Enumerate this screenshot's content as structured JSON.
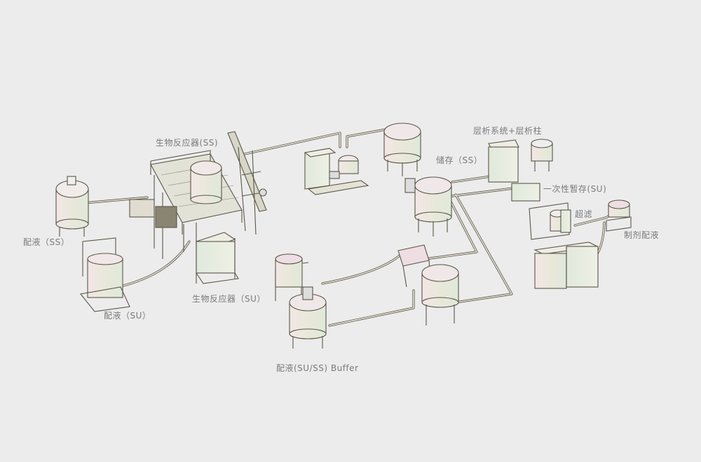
{
  "title": "生物制药工艺流程",
  "labels": {
    "bioreactor_ss": "生物反应器(SS)",
    "media_ss": "配液（SS）",
    "media_su": "配液（SU）",
    "bioreactor_su": "生物反应器（SU）",
    "buffer": "配液(SU/SS) Buffer",
    "storage_ss": "储存（SS）",
    "chromatography": "层析系统+层析柱",
    "single_use_storage": "一次性暂存(SU)",
    "ultrafiltration": "超滤",
    "formulation": "制剂配液"
  },
  "colors": {
    "background": "#ececec",
    "line": "#5a5648",
    "label": "#7a7a7a",
    "tank_pink": "#eedde0",
    "tank_green": "#e2eadb"
  }
}
